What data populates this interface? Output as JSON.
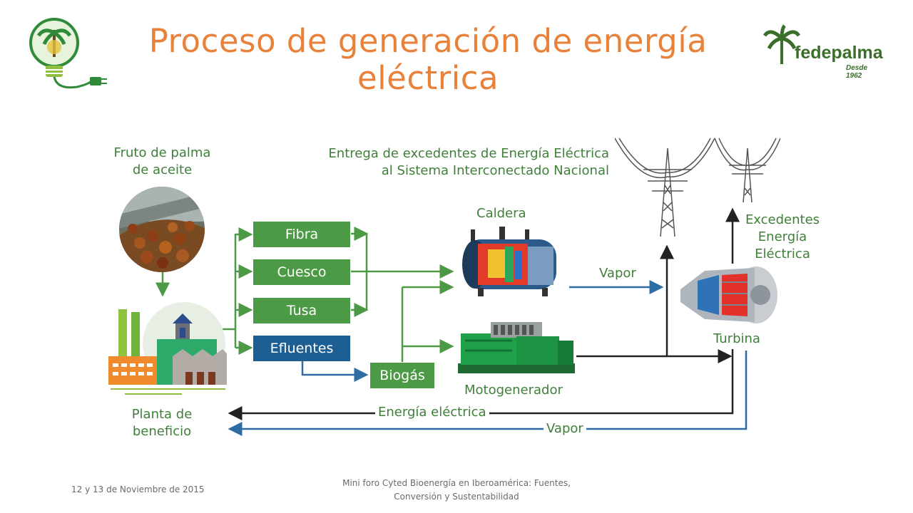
{
  "slide": {
    "title": "Proceso de generación de energía eléctrica",
    "footer_date": "12 y 13 de Noviembre de 2015",
    "footer_event_line1": "Mini foro Cyted Bioenergía en Iberoamérica: Fuentes,",
    "footer_event_line2": "Conversión y Sustentabilidad",
    "logo_text": "fedepalma",
    "logo_subtext": "Desde 1962"
  },
  "diagram": {
    "fruit_line1": "Fruto de palma",
    "fruit_line2": "de aceite",
    "plant_line1": "Planta de",
    "plant_line2": "beneficio",
    "boxes": {
      "fibra": "Fibra",
      "cuesco": "Cuesco",
      "tusa": "Tusa",
      "efluentes": "Efluentes",
      "biogas": "Biogás"
    },
    "caldera": "Caldera",
    "motogenerador": "Motogenerador",
    "turbina": "Turbina",
    "vapor_top": "Vapor",
    "excedentes_line1": "Excedentes",
    "excedentes_line2": "Energía",
    "excedentes_line3": "Eléctrica",
    "entrega_line1": "Entrega de excedentes de Energía Eléctrica",
    "entrega_line2": "al Sistema Interconectado Nacional",
    "energia_electrica": "Energía eléctrica",
    "vapor_bottom": "Vapor"
  },
  "colors": {
    "title": "#e8823a",
    "green": "#4c9a45",
    "blue": "#1e5f93",
    "line_blue": "#2e6da4",
    "black": "#222222"
  }
}
